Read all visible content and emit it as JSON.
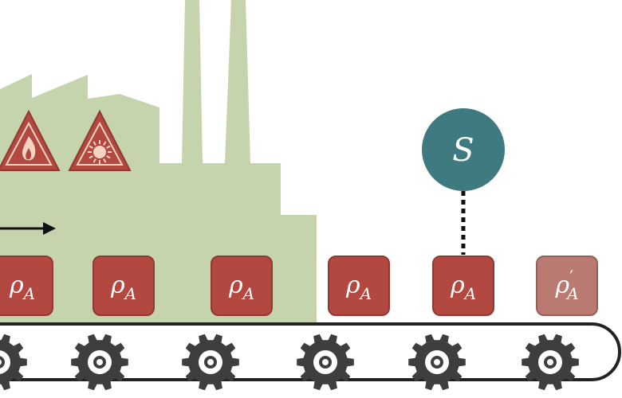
{
  "diagram": {
    "boxes": [
      {
        "symbol": "ρ",
        "subscript": "A",
        "prime": "",
        "state": "original"
      },
      {
        "symbol": "ρ",
        "subscript": "A",
        "prime": "",
        "state": "original"
      },
      {
        "symbol": "ρ",
        "subscript": "A",
        "prime": "",
        "state": "original"
      },
      {
        "symbol": "ρ",
        "subscript": "A",
        "prime": "",
        "state": "original"
      },
      {
        "symbol": "ρ",
        "subscript": "A",
        "prime": "",
        "state": "original"
      },
      {
        "symbol": "ρ",
        "subscript": "A",
        "prime": "′",
        "state": "modified"
      }
    ],
    "sensor_label": "S",
    "hazard_icons": [
      "fire-icon",
      "radiation-icon"
    ],
    "colors": {
      "factory": "#c6d4ad",
      "box": "#b24840",
      "box_border": "#8e3a33",
      "box_modified": "#b87a71",
      "box_modified_border": "#94615a",
      "hazard_fill": "#b24840",
      "hazard_symbol": "#f2d4c0",
      "sensor": "#3e7a80",
      "gear": "#3e3e3e",
      "belt": "#222222",
      "arrow": "#111111"
    }
  }
}
